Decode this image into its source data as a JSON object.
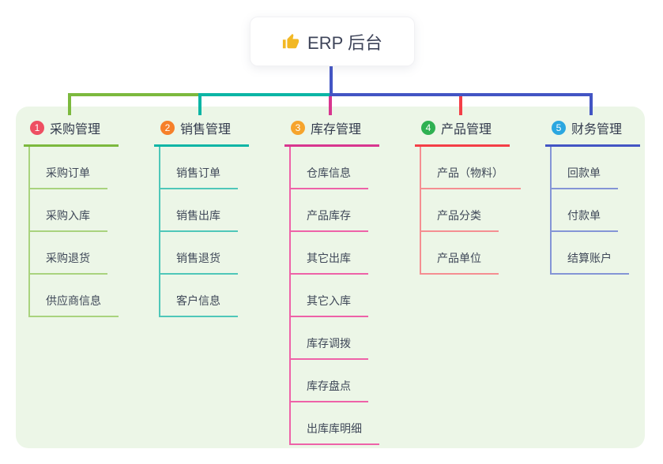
{
  "root": {
    "title": "ERP 后台",
    "icon": "thumbs-up-icon",
    "icon_color": "#f2b824"
  },
  "canvas": {
    "panel_color": "#ecf6e7",
    "background_color": "#ffffff",
    "trunk_color": "#4355c4"
  },
  "branches": [
    {
      "num": "1",
      "label": "采购管理",
      "badge_color": "#ee4f62",
      "line_color": "#7cb93e",
      "child_line_color": "#a9d37e",
      "children": [
        "采购订单",
        "采购入库",
        "采购退货",
        "供应商信息"
      ]
    },
    {
      "num": "2",
      "label": "销售管理",
      "badge_color": "#f6802a",
      "line_color": "#0cb5a5",
      "child_line_color": "#4fc7b9",
      "children": [
        "销售订单",
        "销售出库",
        "销售退货",
        "客户信息"
      ]
    },
    {
      "num": "3",
      "label": "库存管理",
      "badge_color": "#f6a42c",
      "line_color": "#d8368f",
      "child_line_color": "#ee62a8",
      "children": [
        "仓库信息",
        "产品库存",
        "其它出库",
        "其它入库",
        "库存调拨",
        "库存盘点",
        "出库库明细"
      ]
    },
    {
      "num": "4",
      "label": "产品管理",
      "badge_color": "#2fb152",
      "line_color": "#f43f47",
      "child_line_color": "#f58e92",
      "children": [
        "产品（物料）",
        "产品分类",
        "产品单位"
      ]
    },
    {
      "num": "5",
      "label": "财务管理",
      "badge_color": "#2ba7e0",
      "line_color": "#4355c4",
      "child_line_color": "#8495d6",
      "children": [
        "回款单",
        "付款单",
        "结算账户"
      ]
    }
  ]
}
